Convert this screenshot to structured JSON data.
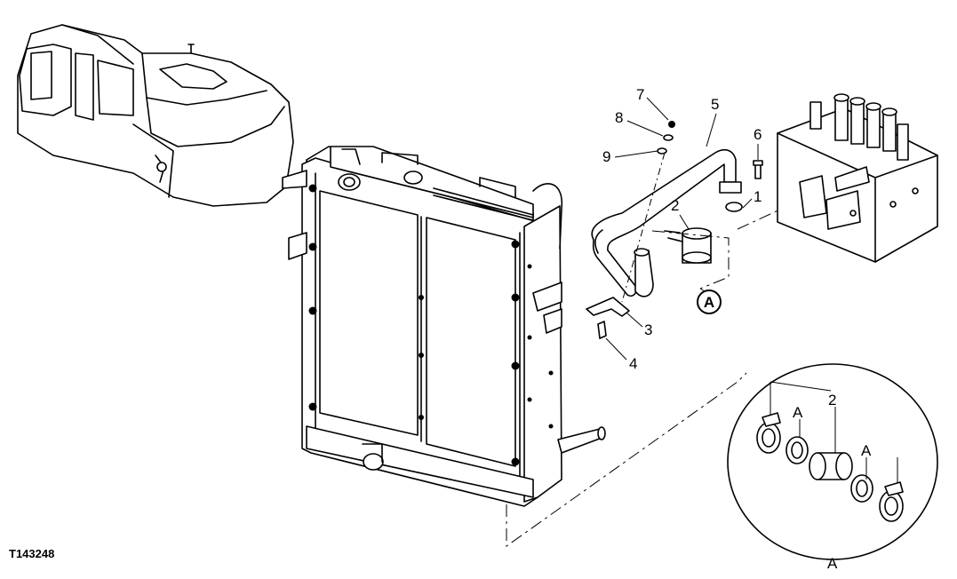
{
  "figure_id": "T143248",
  "callouts": {
    "c1": "1",
    "c2": "2",
    "c3": "3",
    "c4": "4",
    "c5": "5",
    "c6": "6",
    "c7": "7",
    "c8": "8",
    "c9": "9"
  },
  "detail": {
    "marker": "A",
    "title": "A",
    "part_label": "2",
    "left_label": "A",
    "right_label": "A"
  }
}
